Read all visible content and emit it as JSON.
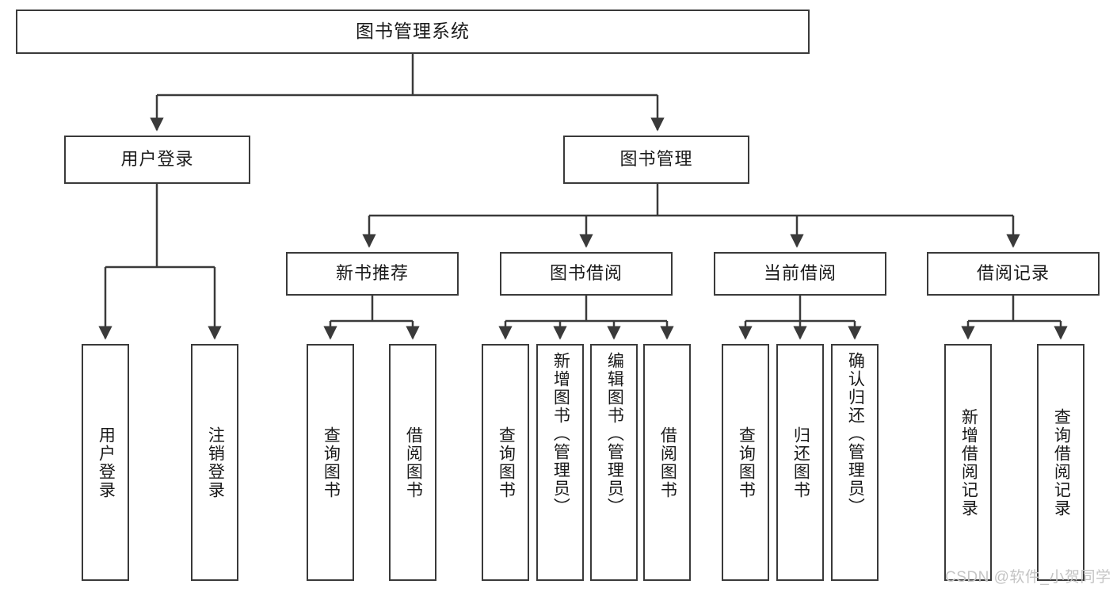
{
  "diagram": {
    "title_node": {
      "label": "图书管理系统"
    },
    "level2": [
      {
        "label": "用户登录"
      },
      {
        "label": "图书管理"
      }
    ],
    "level3": [
      {
        "label": "新书推荐"
      },
      {
        "label": "图书借阅"
      },
      {
        "label": "当前借阅"
      },
      {
        "label": "借阅记录"
      }
    ],
    "leaves": {
      "user_login": [
        {
          "label": "用户登录"
        },
        {
          "label": "注销登录"
        }
      ],
      "new_book": [
        {
          "label": "查询图书"
        },
        {
          "label": "借阅图书"
        }
      ],
      "book_borrow": [
        {
          "label": "查询图书"
        },
        {
          "label": "新增图书（管理员）"
        },
        {
          "label": "编辑图书（管理员）"
        },
        {
          "label": "借阅图书"
        }
      ],
      "current_borrow": [
        {
          "label": "查询图书"
        },
        {
          "label": "归还图书"
        },
        {
          "label": "确认归还（管理员）"
        }
      ],
      "borrow_record": [
        {
          "label": "新增借阅记录"
        },
        {
          "label": "查询借阅记录"
        }
      ]
    },
    "watermark": {
      "text": "CSDN @软件_小贺同学"
    },
    "colors": {
      "stroke": "#3a3a3a",
      "fill": "#ffffff",
      "text": "#1a1a1a",
      "watermark": "#c4c4c4"
    }
  }
}
